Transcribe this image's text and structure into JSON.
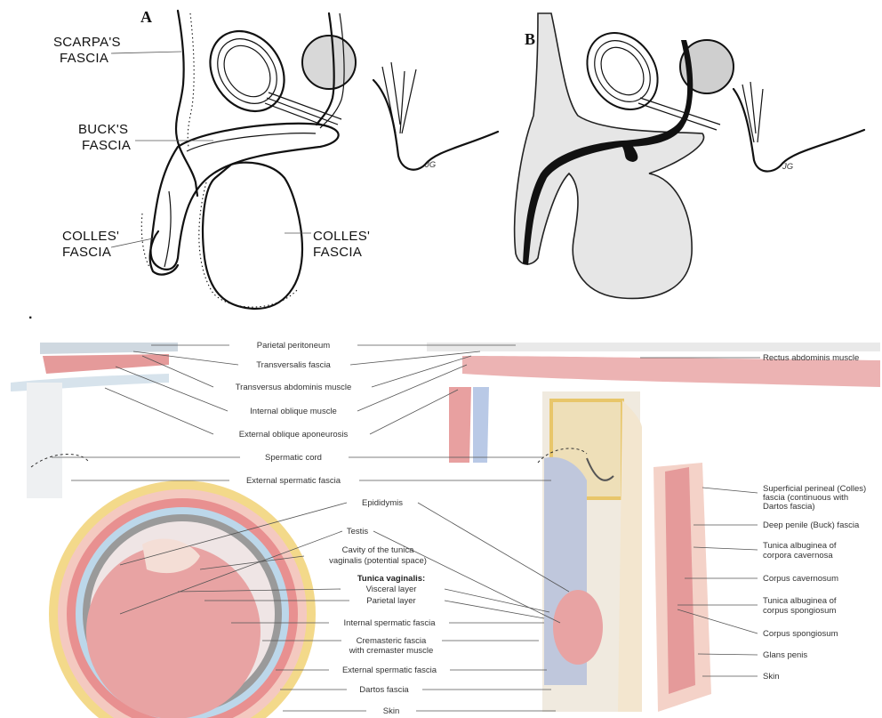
{
  "panel_a": {
    "panel_label": "A",
    "scarpa": [
      "SCARPA'S",
      "FASCIA"
    ],
    "buck": [
      "BUCK'S",
      "FASCIA"
    ],
    "colles_left": [
      "COLLES'",
      "FASCIA"
    ],
    "colles_right": [
      "COLLES'",
      "FASCIA"
    ],
    "signature": "JG"
  },
  "panel_b": {
    "panel_label": "B",
    "signature": "JG"
  },
  "separator_mark": ".",
  "bottom_left_labels": [
    "Parietal peritoneum",
    "Transversalis fascia",
    "Transversus abdominis muscle",
    "Internal oblique muscle",
    "External oblique aponeurosis",
    "Spermatic cord",
    "External spermatic fascia",
    "Epididymis",
    "Testis",
    "Cavity of the tunica",
    "vaginalis (potential space)",
    "Tunica vaginalis:",
    "Visceral layer",
    "Parietal layer",
    "Internal spermatic fascia",
    "Cremasteric fascia",
    "with cremaster muscle",
    "External spermatic fascia",
    "Dartos fascia",
    "Skin"
  ],
  "bottom_right_labels": [
    "Rectus abdominis muscle",
    "Superficial perineal (Colles)",
    "fascia (continuous with",
    "Dartos fascia)",
    "Deep penile (Buck) fascia",
    "Tunica albuginea of",
    "corpora cavernosa",
    "Corpus cavernosum",
    "Tunica albuginea of",
    "corpus spongiosum",
    "Corpus spongiosum",
    "Glans penis",
    "Skin"
  ],
  "colors": {
    "muscle_red": "#e59a9a",
    "fascia_yellow": "#f3d98a",
    "fascia_blue": "#bcd7ea",
    "skin_pink": "#f4d2c8",
    "testis_pink": "#e8a3a3",
    "gray_layer": "#9a9a9a"
  }
}
